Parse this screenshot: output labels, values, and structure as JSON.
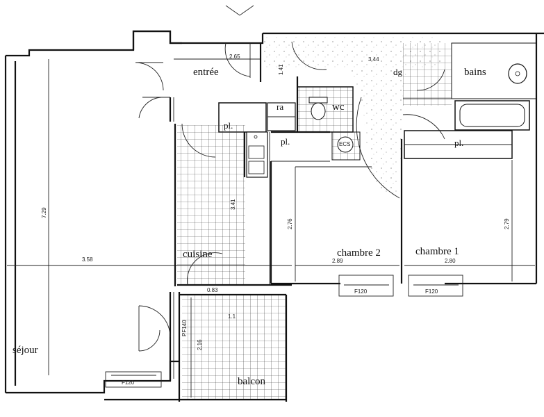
{
  "rooms": {
    "entree": "entrée",
    "sejour": "séjour",
    "cuisine": "cuisine",
    "chambre1": "chambre 1",
    "chambre2": "chambre 2",
    "bains": "bains",
    "wc": "wc",
    "balcon": "balcon"
  },
  "closets": {
    "pl_entree": "pl.",
    "pl_couloir": "pl.",
    "pl_chambre1": "pl.",
    "ra": "ra",
    "dg": "dg",
    "ecs": "ECS"
  },
  "dimensions": {
    "entree_w": "2.65",
    "entree_h": "1.41",
    "couloir_w": "3.44",
    "sejour_h": "7.29",
    "sejour_w": "3.58",
    "cuisine_h": "3.41",
    "cuisine_w": "0.83",
    "chambre2_h": "2.76",
    "chambre2_w": "2.89",
    "chambre1_h": "2.79",
    "chambre1_w": "2.80",
    "balcon_w": "1.1",
    "balcon_h": "2.16",
    "window_sejour": "F120",
    "window_ch2": "F120",
    "window_ch1": "F120",
    "door_balcon": "PF140"
  }
}
